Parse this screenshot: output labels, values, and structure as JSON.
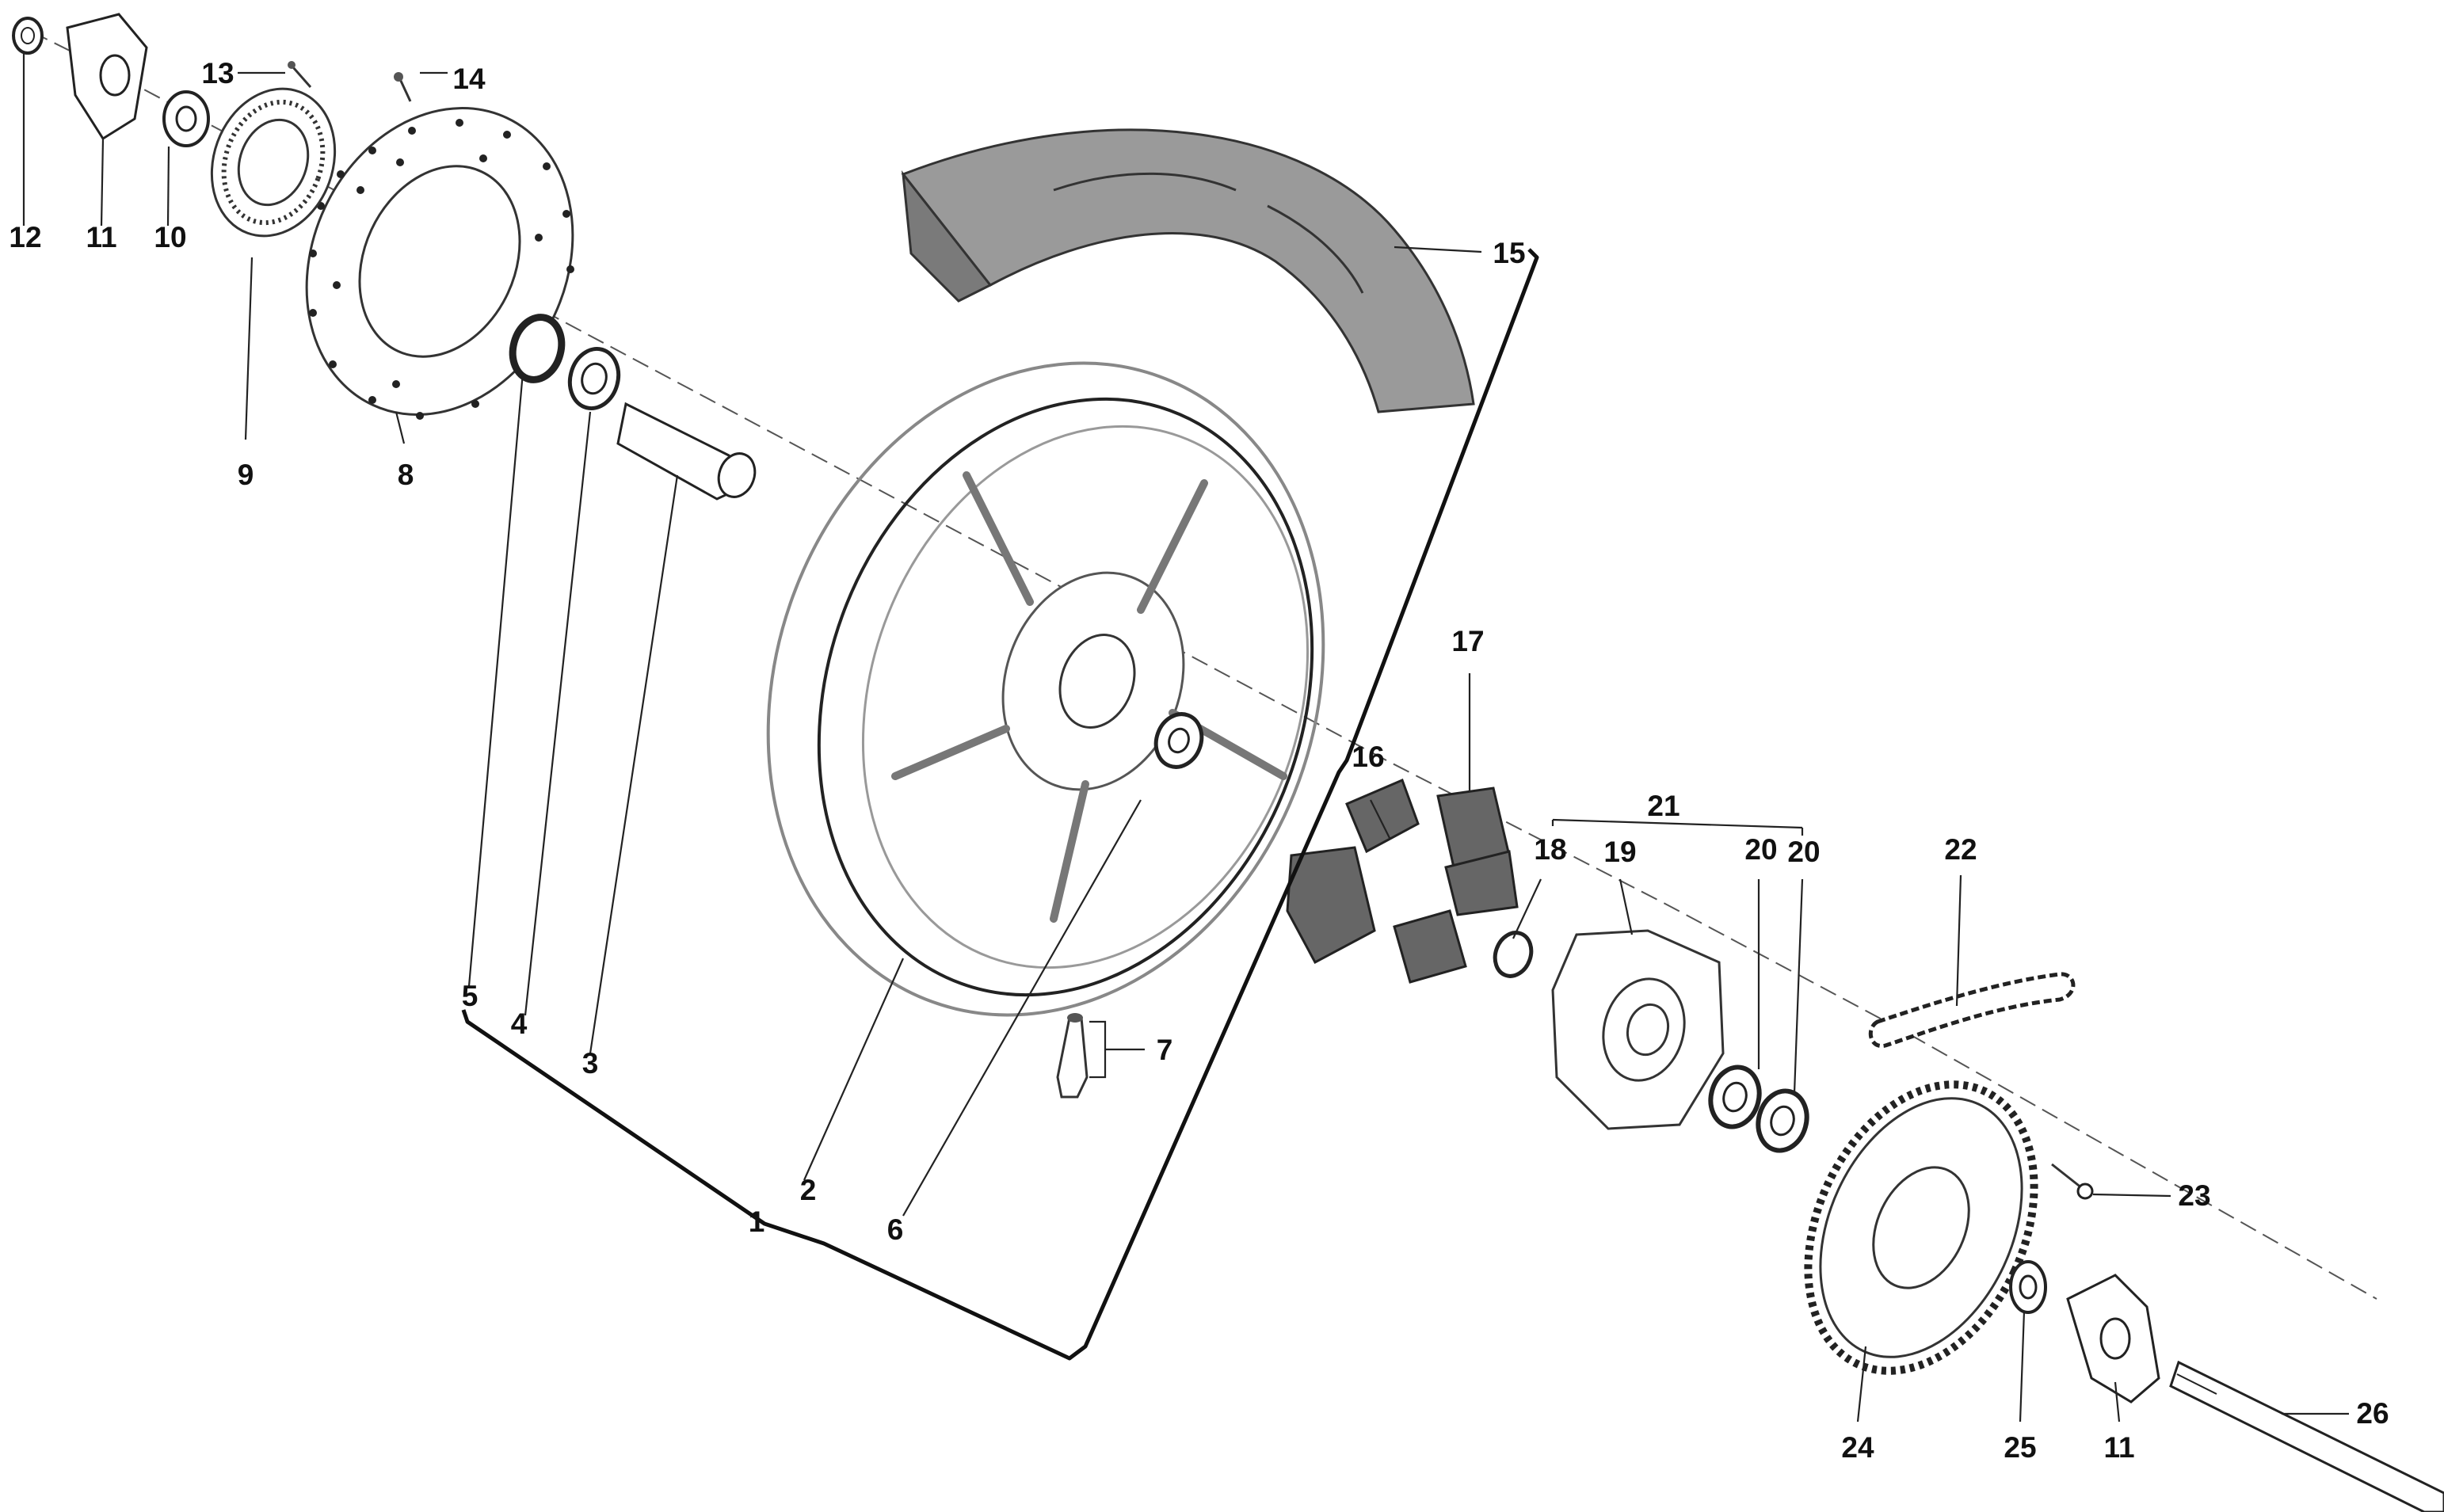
{
  "diagram": {
    "callouts": {
      "c1": "1",
      "c2": "2",
      "c3": "3",
      "c4": "4",
      "c5": "5",
      "c6": "6",
      "c7": "7",
      "c8": "8",
      "c9": "9",
      "c10": "10",
      "c11a": "11",
      "c11b": "11",
      "c12": "12",
      "c13": "13",
      "c14": "14",
      "c15": "15",
      "c16": "16",
      "c17": "17",
      "c18": "18",
      "c19": "19",
      "c20a": "20",
      "c20b": "20",
      "c21": "21",
      "c22": "22",
      "c23": "23",
      "c24": "24",
      "c25": "25",
      "c26": "26"
    },
    "colors": {
      "tire": "#9a9a9a",
      "tire_inner": "#7a7a7a",
      "rubber": "#6a6a6a",
      "outline": "#333333",
      "labels": "#111111"
    }
  }
}
